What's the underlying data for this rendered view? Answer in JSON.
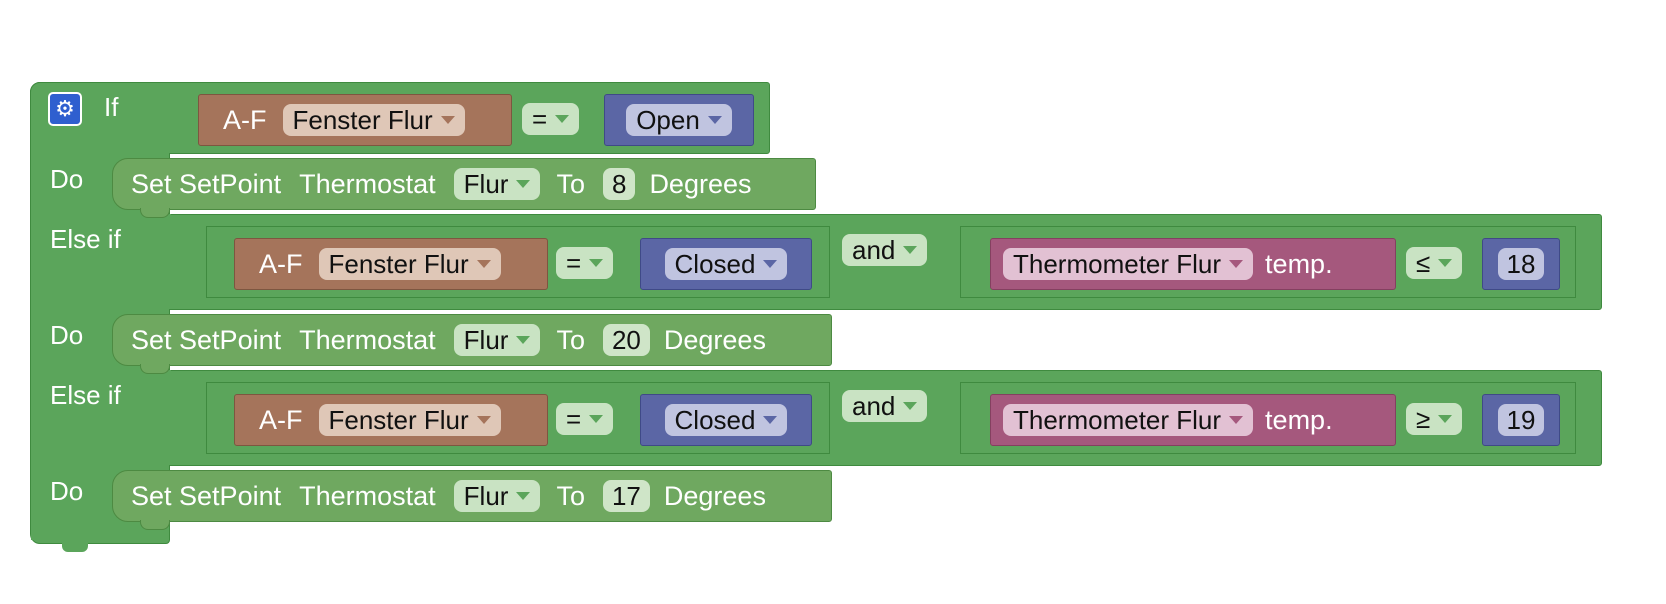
{
  "workspace": {
    "if_block": {
      "if_label": "If",
      "else_if_label": "Else if",
      "do_label": "Do",
      "gear_icon": "gear-icon"
    },
    "condition1": {
      "sensor_label": "A-F",
      "sensor_device": "Fenster Flur",
      "operator": "=",
      "state": "Open"
    },
    "action1": {
      "prefix": "Set SetPoint",
      "thermostat_label": "Thermostat",
      "thermostat_device": "Flur",
      "to_label": "To",
      "value": "8",
      "unit": "Degrees"
    },
    "condition2": {
      "sensor_label": "A-F",
      "sensor_device": "Fenster Flur",
      "operator": "=",
      "state": "Closed",
      "logic": "and",
      "thermometer_device": "Thermometer Flur",
      "temp_label": "temp.",
      "compare": "≤",
      "compare_value": "18"
    },
    "action2": {
      "prefix": "Set SetPoint",
      "thermostat_label": "Thermostat",
      "thermostat_device": "Flur",
      "to_label": "To",
      "value": "20",
      "unit": "Degrees"
    },
    "condition3": {
      "sensor_label": "A-F",
      "sensor_device": "Fenster Flur",
      "operator": "=",
      "state": "Closed",
      "logic": "and",
      "thermometer_device": "Thermometer Flur",
      "temp_label": "temp.",
      "compare": "≥",
      "compare_value": "19"
    },
    "action3": {
      "prefix": "Set SetPoint",
      "thermostat_label": "Thermostat",
      "thermostat_device": "Flur",
      "to_label": "To",
      "value": "17",
      "unit": "Degrees"
    }
  }
}
